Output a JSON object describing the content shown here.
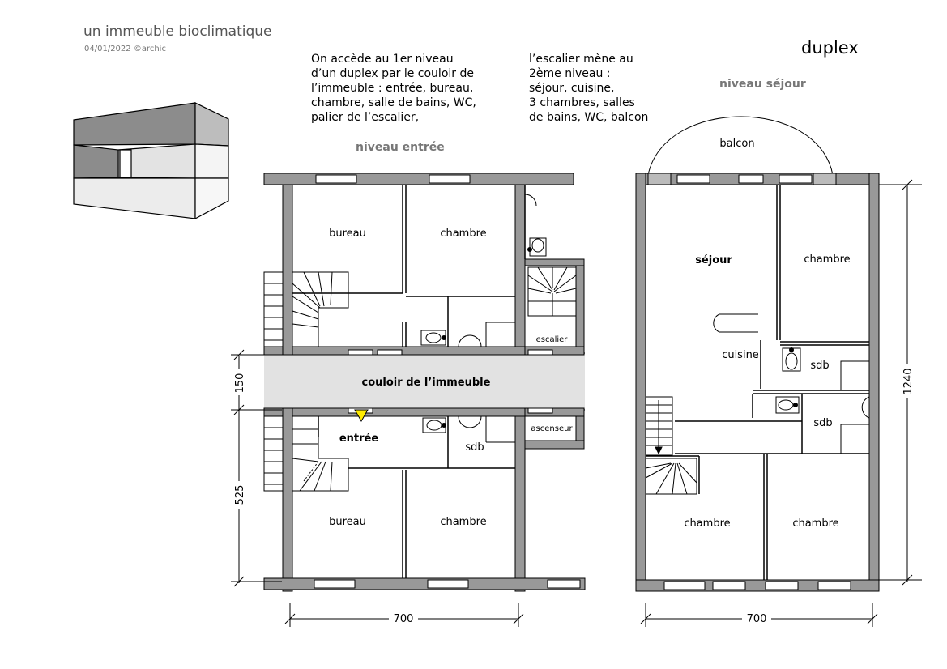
{
  "header": {
    "title": "un immeuble bioclimatique",
    "date": "04/01/2022 ©archic",
    "duplex": "duplex"
  },
  "text": {
    "para1": "On accède au 1er niveau\nd’un duplex par le couloir de\nl’immeuble : entrée, bureau,\nchambre, salle de bains, WC,\npalier de l’escalier,",
    "para2": "l’escalier mène au\n2ème niveau :\nséjour, cuisine,\n3 chambres, salles\nde bains, WC, balcon",
    "sub1": "niveau entrée",
    "sub2": "niveau séjour"
  },
  "plan_entree": {
    "bureau_top": "bureau",
    "chambre_top": "chambre",
    "escalier": "escalier",
    "couloir": "couloir de l’immeuble",
    "entree": "entrée",
    "sdb": "sdb",
    "ascenseur": "ascenseur",
    "bureau_bottom": "bureau",
    "chambre_bottom": "chambre"
  },
  "plan_sejour": {
    "balcon": "balcon",
    "sejour": "séjour",
    "chambre_right": "chambre",
    "cuisine": "cuisine",
    "sdb1": "sdb",
    "sdb2": "sdb",
    "chambre_bl": "chambre",
    "chambre_br": "chambre"
  },
  "dimensions": {
    "d150": "150",
    "d525": "525",
    "d700_left": "700",
    "d700_right": "700",
    "d1240": "1240"
  },
  "colors": {
    "wall": "#999999",
    "dark_face": "#8c8c8c",
    "light_face": "#dcdcdc",
    "corridor": "#e2e2e2",
    "marker": "#ffeb00"
  }
}
